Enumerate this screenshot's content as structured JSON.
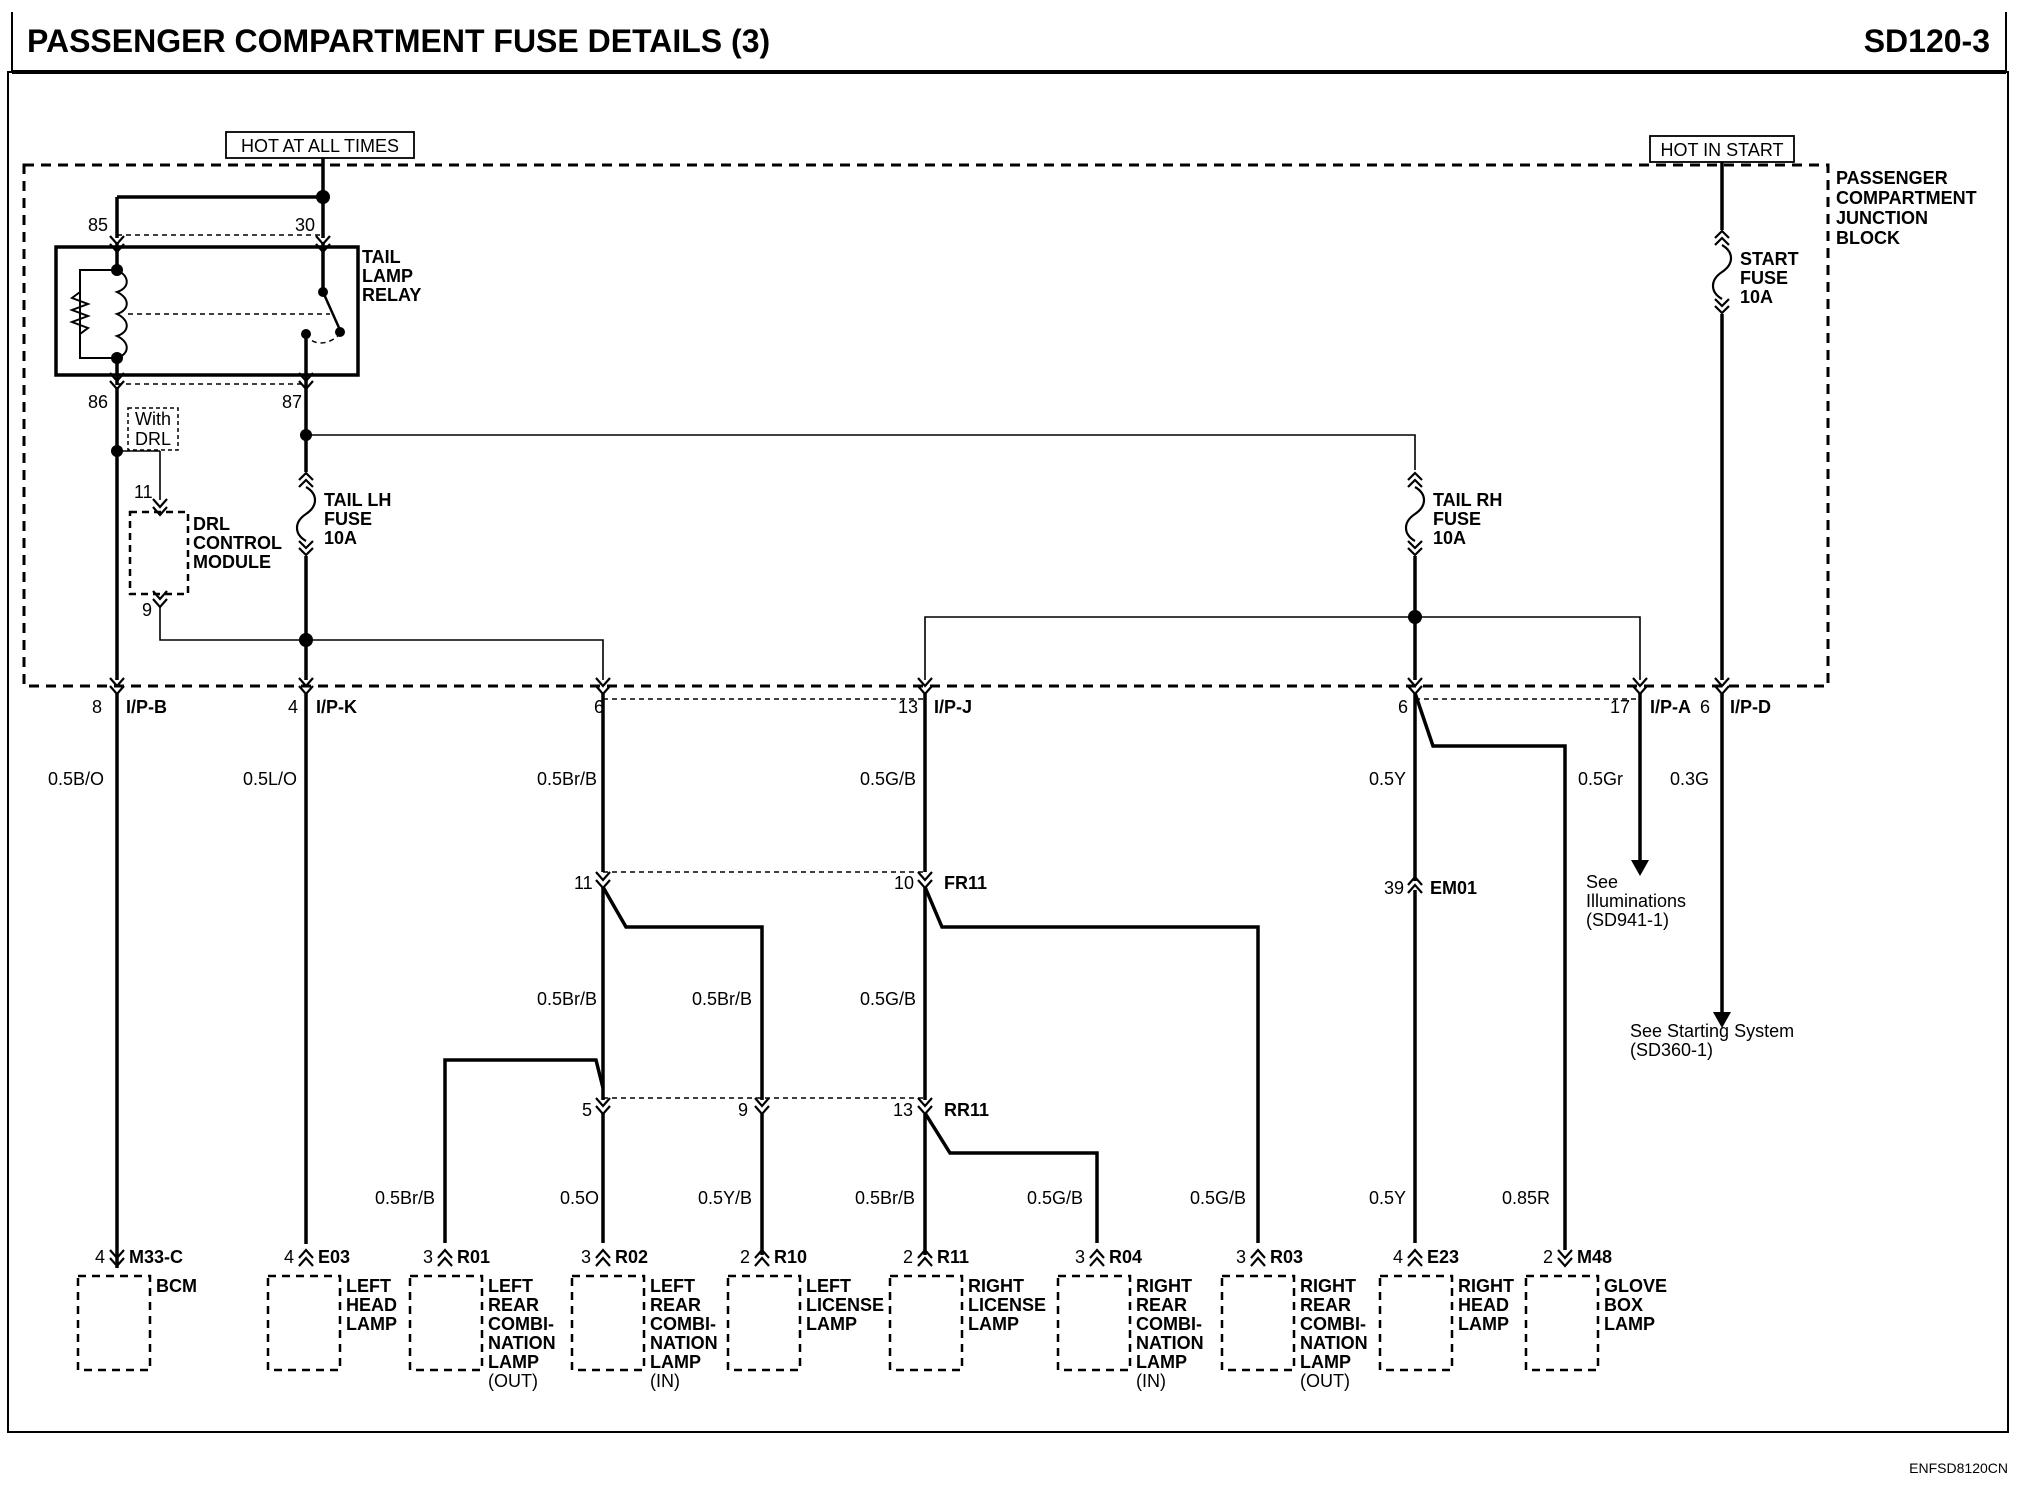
{
  "header": {
    "title": "PASSENGER COMPARTMENT FUSE DETAILS (3)",
    "code": "SD120-3"
  },
  "footer": {
    "code": "ENFSD8120CN"
  },
  "power": {
    "hot_all": "HOT AT ALL TIMES",
    "hot_start": "HOT IN START"
  },
  "junction_block": {
    "l1": "PASSENGER",
    "l2": "COMPARTMENT",
    "l3": "JUNCTION",
    "l4": "BLOCK"
  },
  "relay": {
    "l1": "TAIL",
    "l2": "LAMP",
    "l3": "RELAY",
    "p85": "85",
    "p30": "30",
    "p86": "86",
    "p87": "87"
  },
  "with_drl": {
    "l1": "With",
    "l2": "DRL"
  },
  "drl": {
    "l1": "DRL",
    "l2": "CONTROL",
    "l3": "MODULE",
    "p11": "11",
    "p9": "9"
  },
  "fuses": {
    "lh": {
      "l1": "TAIL LH",
      "l2": "FUSE",
      "l3": "10A"
    },
    "rh": {
      "l1": "TAIL RH",
      "l2": "FUSE",
      "l3": "10A"
    },
    "start": {
      "l1": "START",
      "l2": "FUSE",
      "l3": "10A"
    }
  },
  "connectors": {
    "ipb_pin": "8",
    "ipb": "I/P-B",
    "ipk_pin": "4",
    "ipk": "I/P-K",
    "ip6_pin": "6",
    "ipj_pin": "13",
    "ipj": "I/P-J",
    "ip6b_pin": "6",
    "ipa_pin": "17",
    "ipa": "I/P-A",
    "ipd_pin": "6",
    "ipd": "I/P-D",
    "fr11_a": "11",
    "fr11_b": "10",
    "fr11": "FR11",
    "em01_pin": "39",
    "em01": "EM01",
    "rr11_a": "5",
    "rr11_b": "9",
    "rr11_c": "13",
    "rr11": "RR11"
  },
  "wires": {
    "w1": "0.5B/O",
    "w2": "0.5L/O",
    "w3": "0.5Br/B",
    "w4": "0.5G/B",
    "w5": "0.5Y",
    "w6": "0.5Gr",
    "w7": "0.3G",
    "w8": "0.5Br/B",
    "w9": "0.5Br/B",
    "w10": "0.5G/B",
    "w11": "0.5Br/B",
    "w12": "0.5O",
    "w13": "0.5Y/B",
    "w14": "0.5Br/B",
    "w15": "0.5G/B",
    "w16": "0.5G/B",
    "w17": "0.5Y",
    "w18": "0.85R"
  },
  "refs": {
    "illum": {
      "l1": "See",
      "l2": "Illuminations",
      "l3": "(SD941-1)"
    },
    "start": {
      "l1": "See Starting  System",
      "l2": "(SD360-1)"
    }
  },
  "components": [
    {
      "pin": "4",
      "code": "M33-C",
      "lines": [
        "BCM"
      ]
    },
    {
      "pin": "4",
      "code": "E03",
      "lines": [
        "LEFT",
        "HEAD",
        "LAMP"
      ]
    },
    {
      "pin": "3",
      "code": "R01",
      "lines": [
        "LEFT",
        "REAR",
        "COMBI-",
        "NATION",
        "LAMP",
        "(OUT)"
      ]
    },
    {
      "pin": "3",
      "code": "R02",
      "lines": [
        "LEFT",
        "REAR",
        "COMBI-",
        "NATION",
        "LAMP",
        "(IN)"
      ]
    },
    {
      "pin": "2",
      "code": "R10",
      "lines": [
        "LEFT",
        "LICENSE",
        "LAMP"
      ]
    },
    {
      "pin": "2",
      "code": "R11",
      "lines": [
        "RIGHT",
        "LICENSE",
        "LAMP"
      ]
    },
    {
      "pin": "3",
      "code": "R04",
      "lines": [
        "RIGHT",
        "REAR",
        "COMBI-",
        "NATION",
        "LAMP",
        "(IN)"
      ]
    },
    {
      "pin": "3",
      "code": "R03",
      "lines": [
        "RIGHT",
        "REAR",
        "COMBI-",
        "NATION",
        "LAMP",
        "(OUT)"
      ]
    },
    {
      "pin": "4",
      "code": "E23",
      "lines": [
        "RIGHT",
        "HEAD",
        "LAMP"
      ]
    },
    {
      "pin": "2",
      "code": "M48",
      "lines": [
        "GLOVE",
        "BOX",
        "LAMP"
      ]
    }
  ]
}
